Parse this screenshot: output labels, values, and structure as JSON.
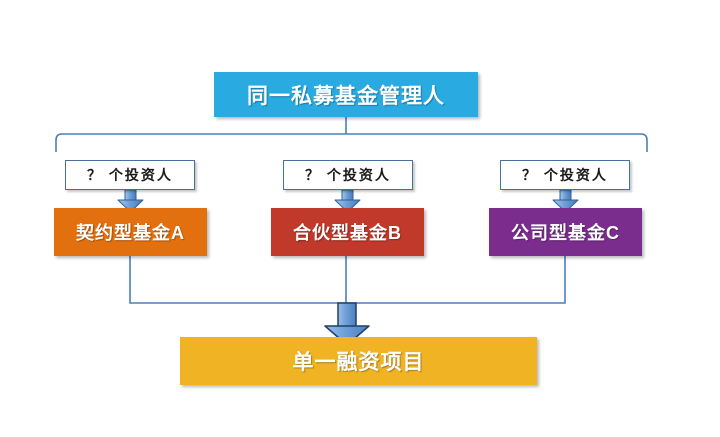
{
  "diagram": {
    "title_node": {
      "label": "同一私募基金管理人",
      "color": "#29abe2"
    },
    "investor_labels": [
      {
        "label": "？ 个投资人"
      },
      {
        "label": "？ 个投资人"
      },
      {
        "label": "？ 个投资人"
      }
    ],
    "funds": [
      {
        "label": "契约型基金A",
        "color": "#e2700f"
      },
      {
        "label": "合伙型基金B",
        "color": "#c0392b"
      },
      {
        "label": "公司型基金C",
        "color": "#7b2d8e"
      }
    ],
    "project_node": {
      "label": "单一融资项目",
      "color": "#f0b323"
    },
    "connector_color": "#4a7ebb",
    "arrow_color": "#5b8fd0"
  }
}
